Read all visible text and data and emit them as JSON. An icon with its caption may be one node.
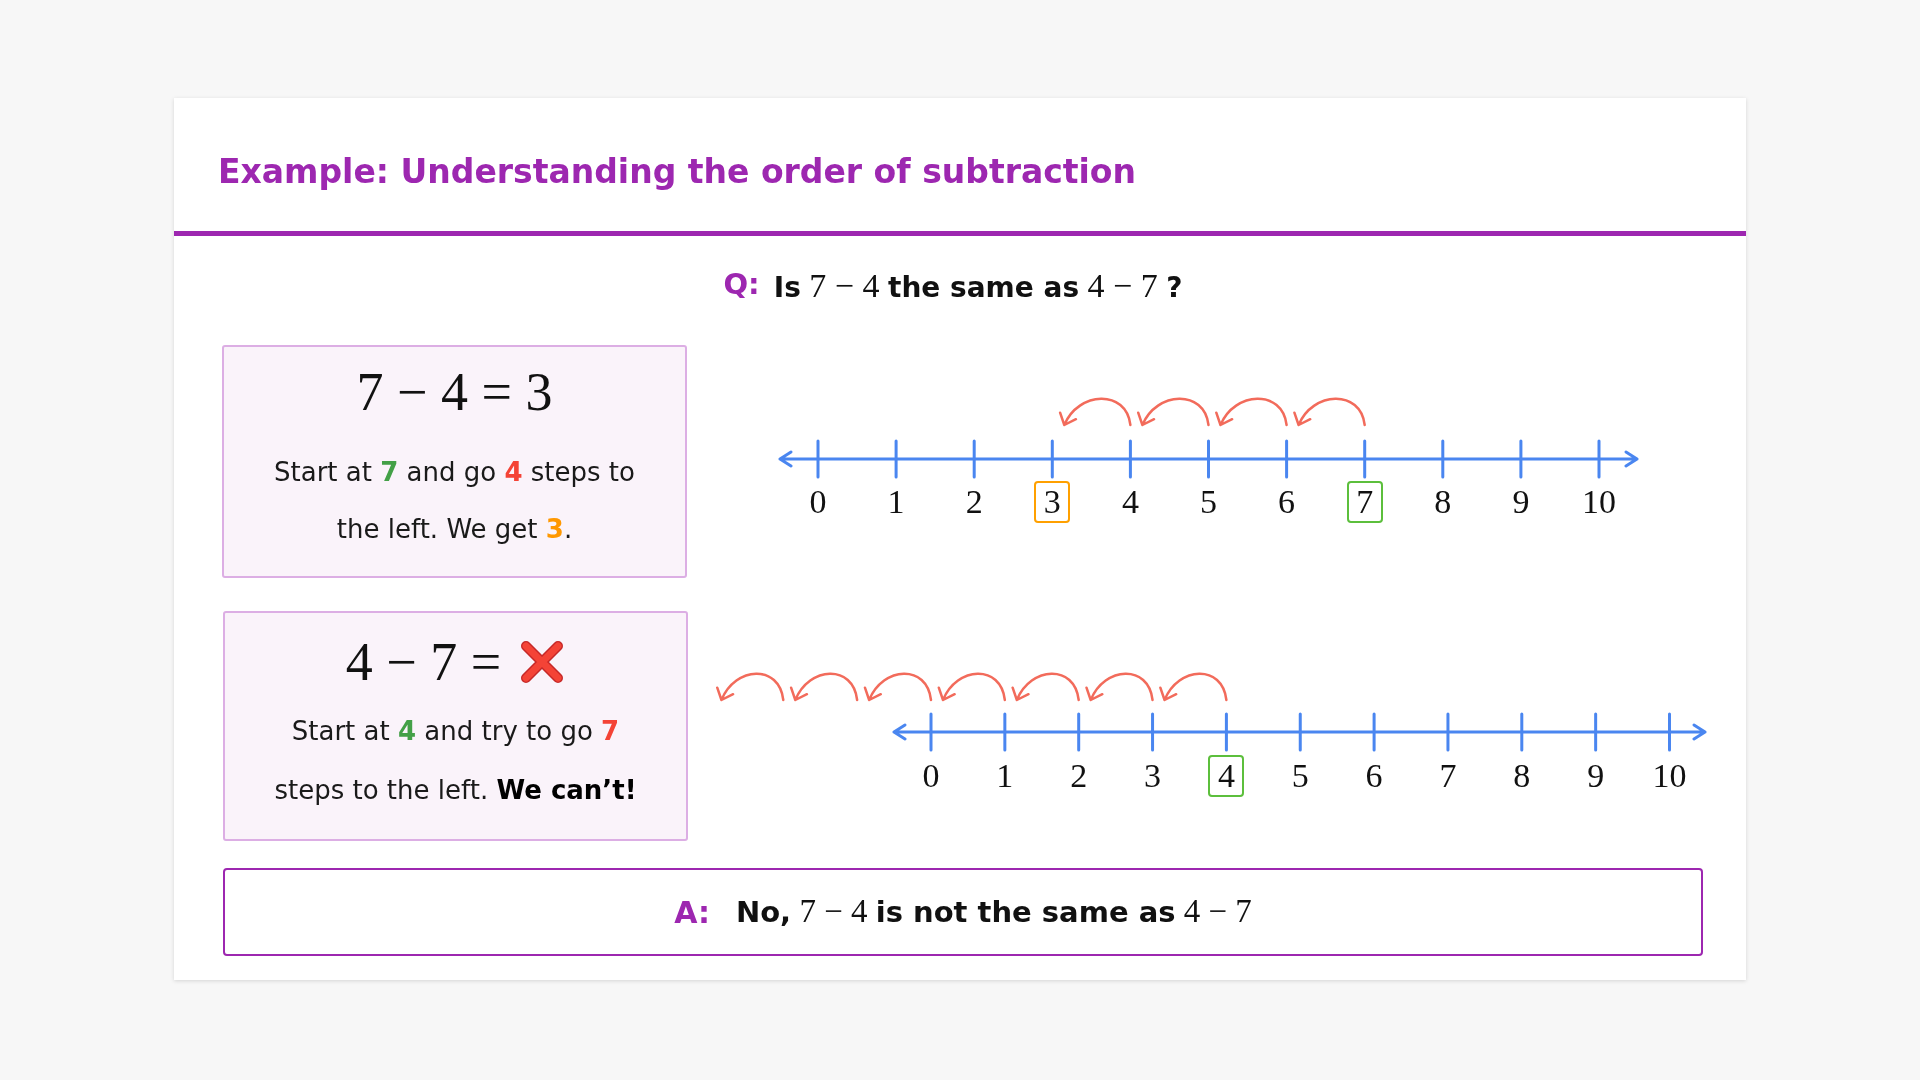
{
  "diagram": {
    "title": "Example: Understanding the order of subtraction",
    "nodes": [
      {
        "text": [
          "7 − 4 = 3",
          "Start at **7** and go **4** steps to the left. We get **3**."
        ]
      },
      {
        "text": [
          "3"
        ]
      },
      {
        "text": [
          "7"
        ]
      },
      {
        "text": [
          "4 − 7 =",
          "Start at **4** and try to go **7** steps to the left. **We can’t!**"
        ]
      },
      {
        "text": [
          "4"
        ]
      },
      {
        "text": [
          "A:",
          "**No,** 7 − 4 **is not the same as** 4 − 7"
        ]
      }
    ],
    "labels": [
      "Q:",
      "**Is** 7 − 4 **the same as** 4 − 7 **?**",
      "0",
      "1",
      "2",
      "4",
      "5",
      "6",
      "8",
      "9",
      "10",
      "0",
      "1",
      "2",
      "3",
      "5",
      "6",
      "7",
      "8",
      "9",
      "10"
    ]
  }
}
